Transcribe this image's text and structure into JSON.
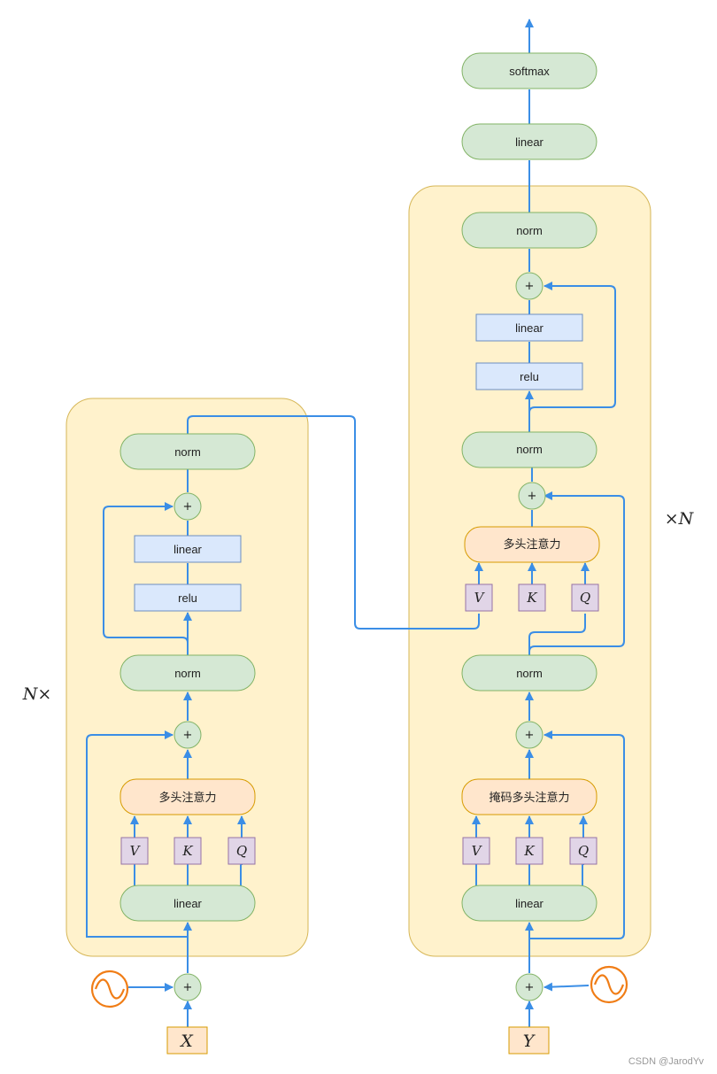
{
  "encoder": {
    "repeat_label": "N×",
    "norm_top": "norm",
    "linear_ffn": "linear",
    "relu": "relu",
    "norm_mid": "norm",
    "attention": "多头注意力",
    "v": "V",
    "k": "K",
    "q": "Q",
    "linear_in": "linear",
    "plus": "+",
    "input": "X"
  },
  "decoder": {
    "repeat_label": "×N",
    "softmax": "softmax",
    "linear_out": "linear",
    "norm_top": "norm",
    "linear_ffn": "linear",
    "relu": "relu",
    "norm_mid": "norm",
    "cross_attention": "多头注意力",
    "norm_low": "norm",
    "masked_attention": "掩码多头注意力",
    "v": "V",
    "k": "K",
    "q": "Q",
    "linear_in": "linear",
    "plus": "+",
    "input": "Y"
  },
  "watermark": "CSDN @JarodYv",
  "colors": {
    "wire": "#3b8ee6",
    "panel": "#fff2cc",
    "green_node": "#d5e8d4",
    "blue_node": "#dae8fc",
    "purple_node": "#e1d5e7",
    "orange_node": "#ffe6cc",
    "positional_encoding": "#f07d16"
  }
}
